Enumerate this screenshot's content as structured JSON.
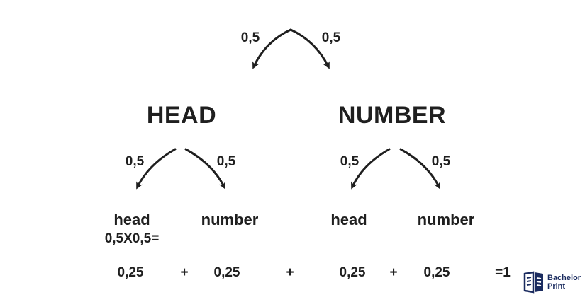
{
  "colors": {
    "text": "#1f1f1f",
    "arrow": "#1f1f1f",
    "logo": "#1a2b5f"
  },
  "root": {
    "left_prob": "0,5",
    "right_prob": "0,5"
  },
  "branches": [
    {
      "label": "HEAD",
      "left_prob": "0,5",
      "right_prob": "0,5",
      "leaves": [
        "head",
        "number"
      ]
    },
    {
      "label": "NUMBER",
      "left_prob": "0,5",
      "right_prob": "0,5",
      "leaves": [
        "head",
        "number"
      ]
    }
  ],
  "formula": "0,5X0,5=",
  "sum_row": {
    "terms": [
      "0,25",
      "0,25",
      "0,25",
      "0,25"
    ],
    "plus": [
      "+",
      "+",
      "+"
    ],
    "result": "=1"
  },
  "logo": {
    "line1": "Bachelor",
    "line2": "Print",
    "icon": "book-logo-icon"
  }
}
